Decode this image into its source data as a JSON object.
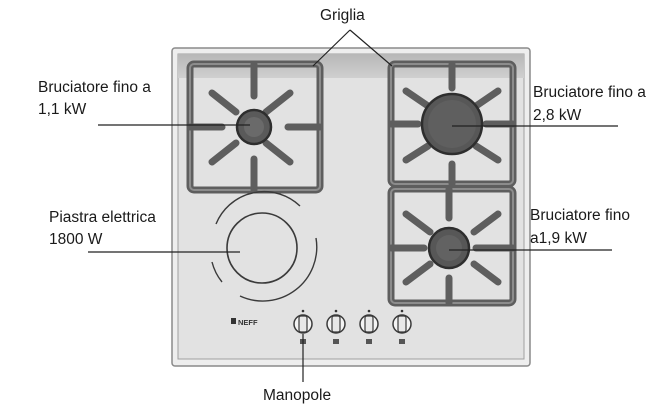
{
  "diagram": {
    "labels": {
      "griglia": "Griglia",
      "burner_small_1": "Bruciatore fino a",
      "burner_small_2": "1,1 kW",
      "burner_large_1": "Bruciatore fino a",
      "burner_large_2": "2,8 kW",
      "electric_1": "Piastra elettrica",
      "electric_2": "1800 W",
      "burner_medium_1": "Bruciatore fino",
      "burner_medium_2": "a1,9 kW",
      "manopole": "Manopole"
    },
    "logo_text": "NEFF",
    "colors": {
      "cooktop": "#e2e2e2",
      "frame": "#8a8a8a",
      "grate": "#6b6b6b",
      "grate_dark": "#3e3e3e",
      "burner": "#575757",
      "burner_ring": "#2e2e2e",
      "ring": "#3a3a3a",
      "leader": "#222222"
    }
  }
}
